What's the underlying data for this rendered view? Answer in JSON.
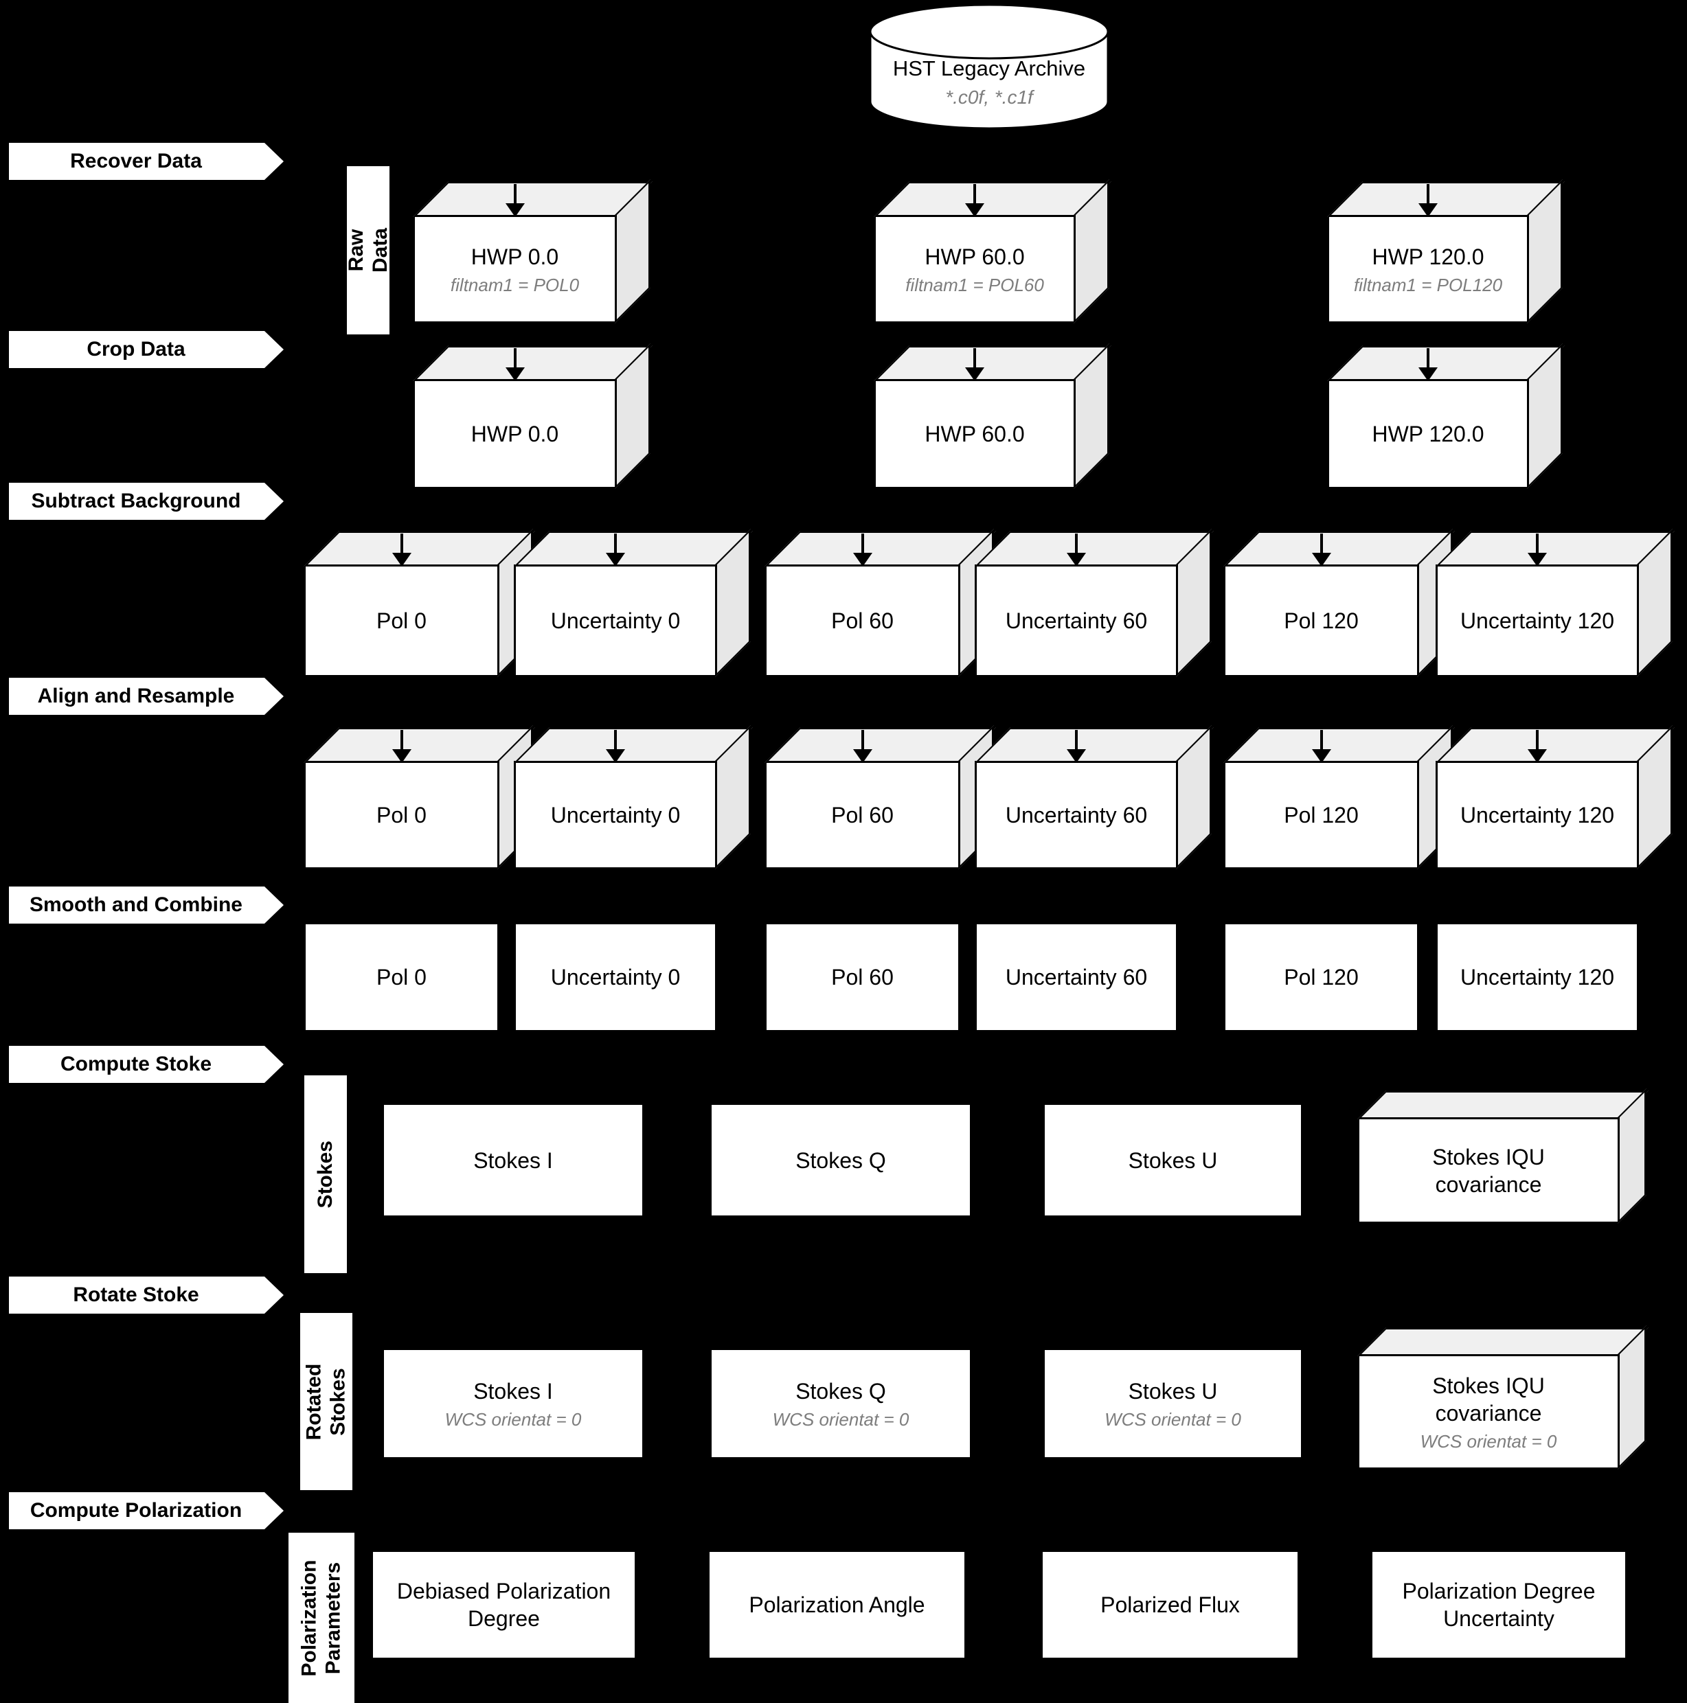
{
  "colors": {
    "background": "#000000",
    "box_face": "#ffffff",
    "box_top": "#f0f0f0",
    "box_side": "#e7e7e7",
    "outline": "#000000",
    "subtitle_gray": "#7d7d7d"
  },
  "database": {
    "title": "HST Legacy Archive",
    "subtitle": "*.c0f, *.c1f"
  },
  "stages": [
    {
      "label": "Recover Data"
    },
    {
      "label": "Crop Data"
    },
    {
      "label": "Subtract Background"
    },
    {
      "label": "Align and Resample"
    },
    {
      "label": "Smooth and Combine"
    },
    {
      "label": "Compute Stoke"
    },
    {
      "label": "Rotate Stoke"
    },
    {
      "label": "Compute Polarization"
    }
  ],
  "groups": {
    "raw": "Raw Data",
    "stokes": "Stokes",
    "rotated": "Rotated\nStokes",
    "polar": "Polarization\nParameters"
  },
  "rows": {
    "raw": [
      {
        "label": "HWP 0.0",
        "subtitle": "filtnam1 = POL0"
      },
      {
        "label": "HWP 60.0",
        "subtitle": "filtnam1 = POL60"
      },
      {
        "label": "HWP 120.0",
        "subtitle": "filtnam1 = POL120"
      }
    ],
    "crop": [
      {
        "label": "HWP 0.0"
      },
      {
        "label": "HWP 60.0"
      },
      {
        "label": "HWP 120.0"
      }
    ],
    "subtract": [
      {
        "label": "Pol 0"
      },
      {
        "label": "Uncertainty 0"
      },
      {
        "label": "Pol 60"
      },
      {
        "label": "Uncertainty 60"
      },
      {
        "label": "Pol 120"
      },
      {
        "label": "Uncertainty 120"
      }
    ],
    "align": [
      {
        "label": "Pol 0"
      },
      {
        "label": "Uncertainty 0"
      },
      {
        "label": "Pol 60"
      },
      {
        "label": "Uncertainty 60"
      },
      {
        "label": "Pol 120"
      },
      {
        "label": "Uncertainty 120"
      }
    ],
    "smooth": [
      {
        "label": "Pol 0"
      },
      {
        "label": "Uncertainty 0"
      },
      {
        "label": "Pol 60"
      },
      {
        "label": "Uncertainty 60"
      },
      {
        "label": "Pol 120"
      },
      {
        "label": "Uncertainty 120"
      }
    ],
    "stokes": [
      {
        "label": "Stokes I"
      },
      {
        "label": "Stokes Q"
      },
      {
        "label": "Stokes U"
      },
      {
        "label": "Stokes IQU\ncovariance"
      }
    ],
    "rotated": [
      {
        "label": "Stokes I",
        "subtitle": "WCS orientat = 0"
      },
      {
        "label": "Stokes Q",
        "subtitle": "WCS orientat = 0"
      },
      {
        "label": "Stokes U",
        "subtitle": "WCS orientat = 0"
      },
      {
        "label": "Stokes IQU\ncovariance",
        "subtitle": "WCS orientat = 0"
      }
    ],
    "polar": [
      {
        "label": "Debiased Polarization\nDegree"
      },
      {
        "label": "Polarization Angle"
      },
      {
        "label": "Polarized Flux"
      },
      {
        "label": "Polarization Degree\nUncertainty"
      }
    ]
  }
}
